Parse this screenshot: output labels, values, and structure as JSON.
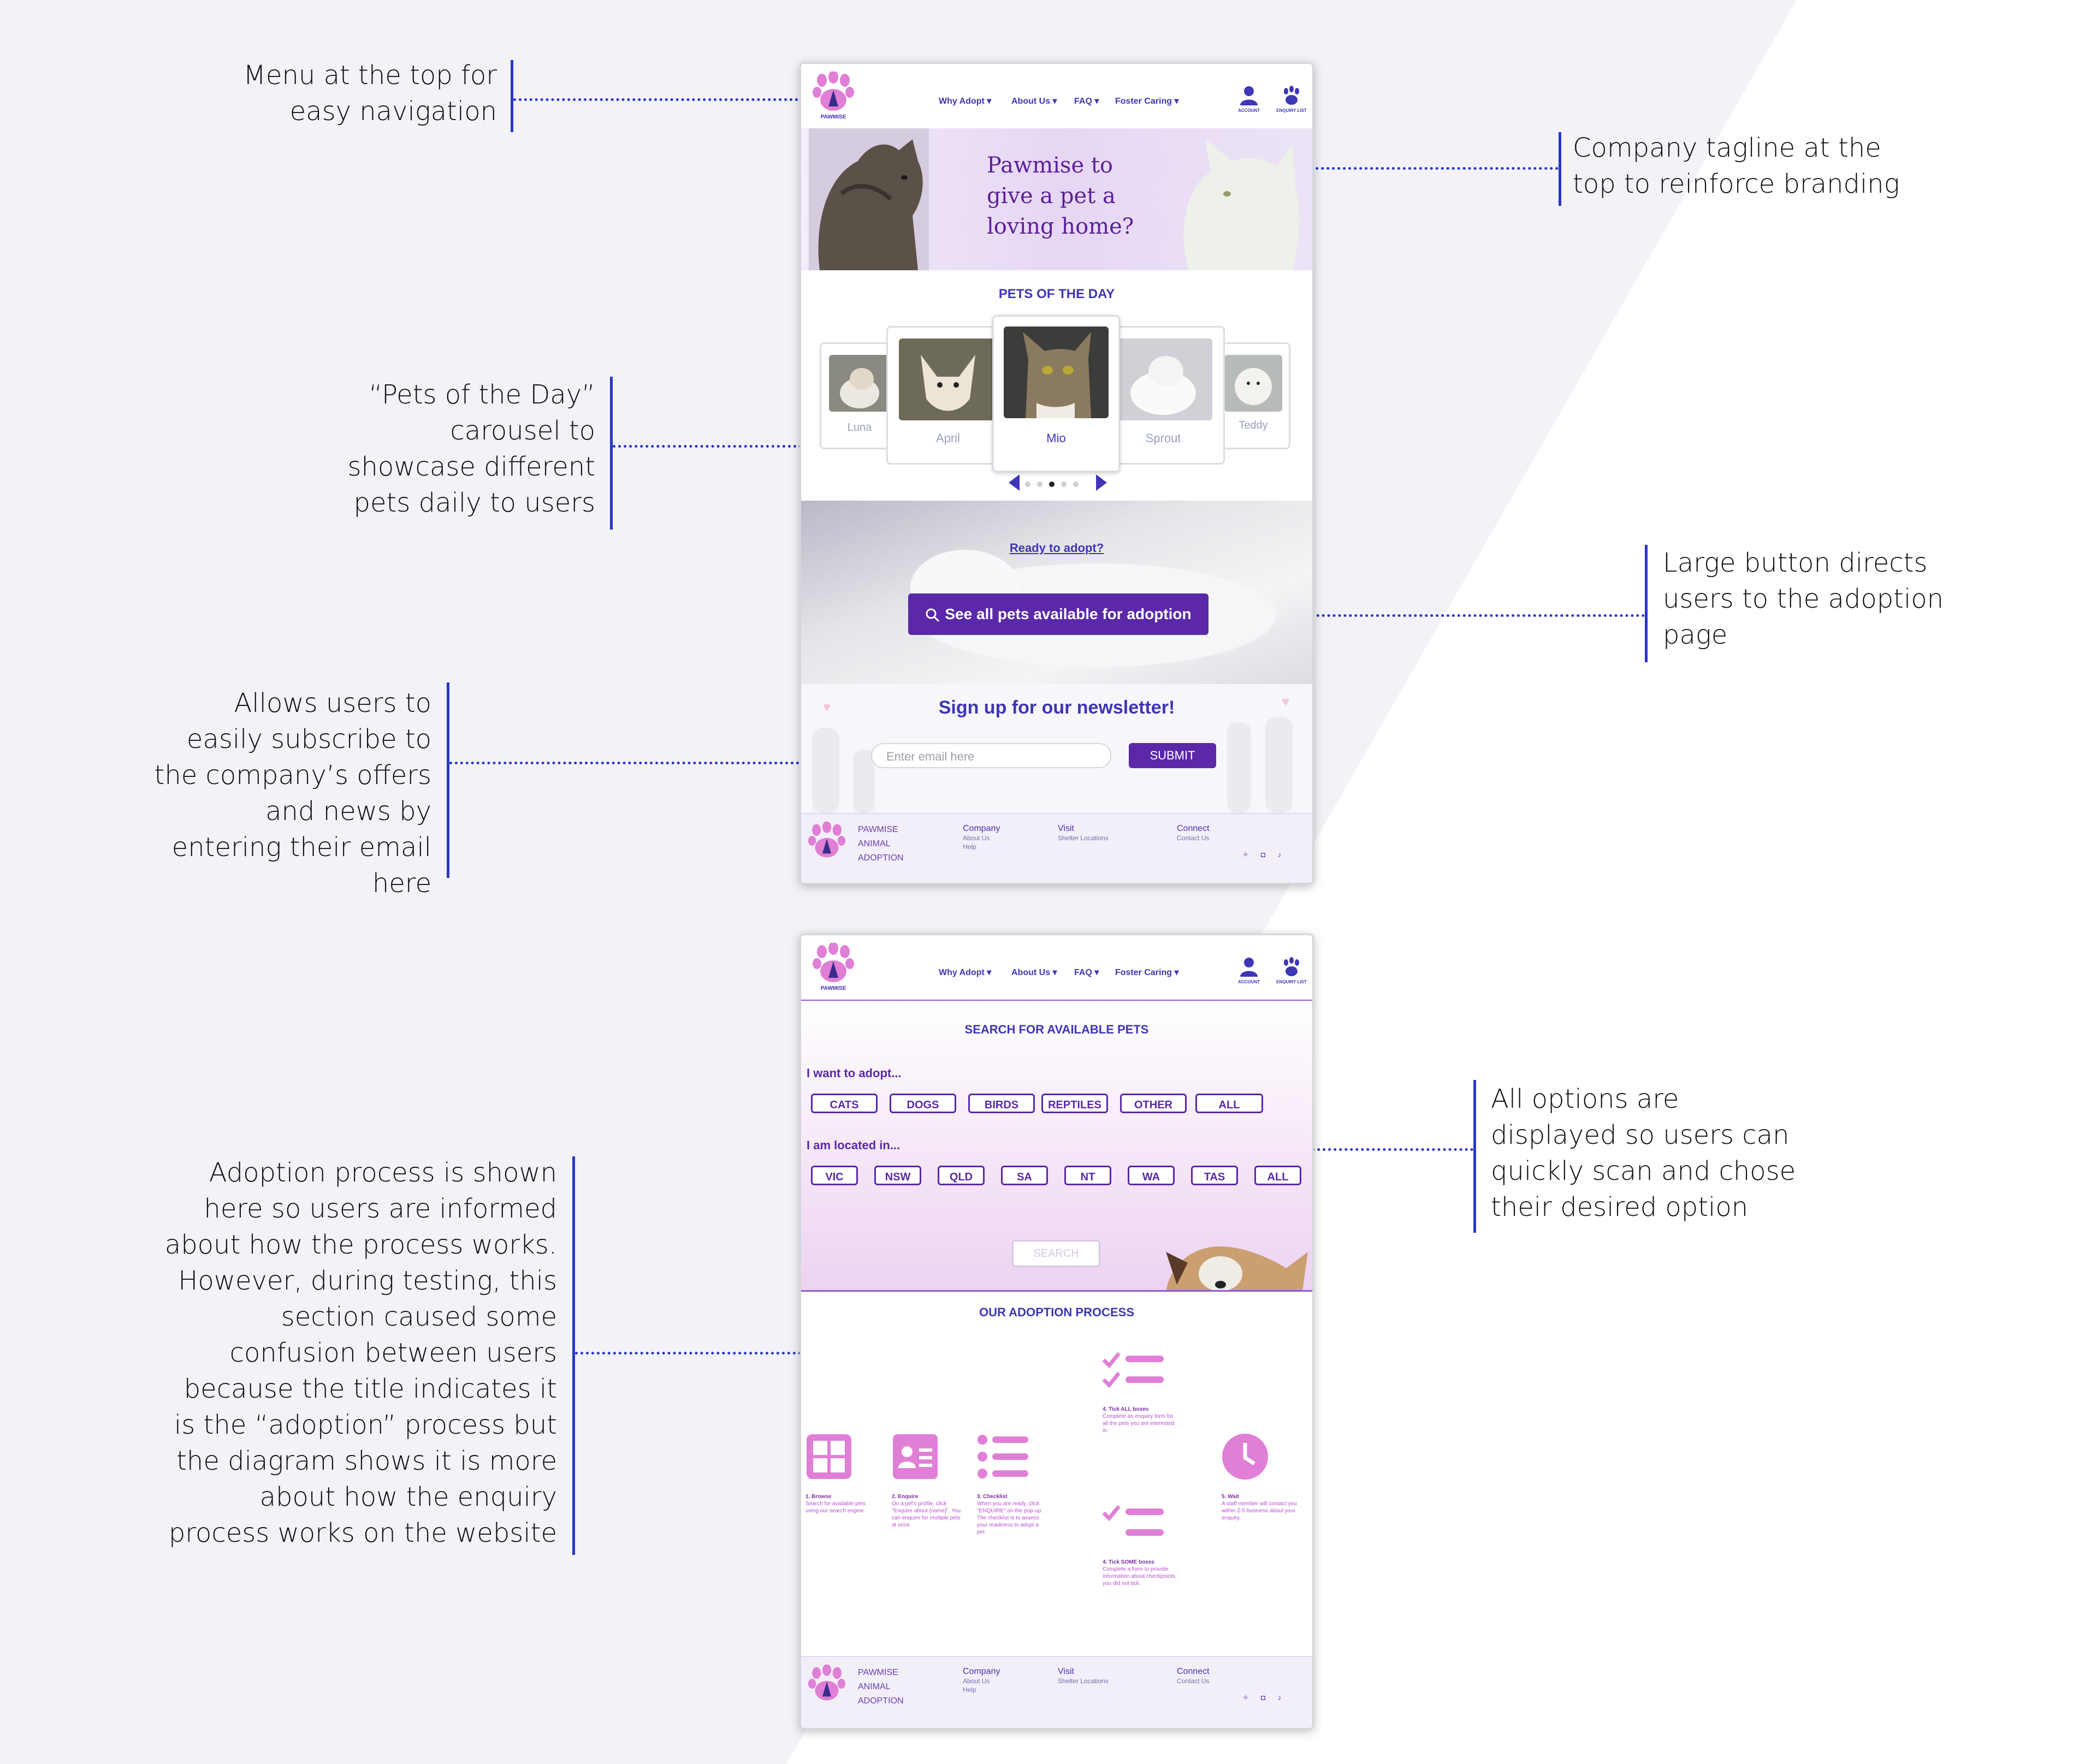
{
  "annotations": {
    "menu": "Menu at the top for easy navigation",
    "tagline": "Company tagline at the top to reinforce branding",
    "carousel": "“Pets of the Day” carousel to showcase different pets daily to users",
    "large_button": "Large button directs users to the adoption page",
    "newsletter": "Allows users to easily subscribe to the company’s offers and news by entering their email here",
    "options": "All options are displayed so users can quickly scan and chose their desired option",
    "process": "Adoption process is shown here so users are informed about how the process works. However, during testing, this section caused some confusion between users because the title indicates it is the “adoption” process but the diagram shows it is more about how the enquiry process works on the website"
  },
  "header": {
    "logo_text": "PAWMISE",
    "nav": [
      "Why Adopt",
      "About Us",
      "FAQ",
      "Foster Caring"
    ],
    "account_label": "ACCOUNT",
    "enquiry_label": "ENQUIRY LIST"
  },
  "home": {
    "tagline": "Pawmise to give a pet a loving home?",
    "pets_title": "PETS OF THE DAY",
    "pets": [
      "Luna",
      "April",
      "Mio",
      "Sprout",
      "Teddy"
    ],
    "ready": "Ready to adopt?",
    "cta": "See all pets available for adoption",
    "newsletter_title": "Sign up for our newsletter!",
    "email_placeholder": "Enter email here",
    "submit": "SUBMIT"
  },
  "footer": {
    "brand": [
      "PAWMISE",
      "ANIMAL",
      "ADOPTION"
    ],
    "company": "Company",
    "company_links": [
      "About Us",
      "Help"
    ],
    "visit": "Visit",
    "visit_links": [
      "Shelter Locations"
    ],
    "connect": "Connect",
    "connect_links": [
      "Contact Us"
    ]
  },
  "search": {
    "title": "SEARCH FOR AVAILABLE PETS",
    "want_label": "I want to adopt...",
    "species": [
      "CATS",
      "DOGS",
      "BIRDS",
      "REPTILES",
      "OTHER",
      "ALL"
    ],
    "located_label": "I am located in...",
    "states": [
      "VIC",
      "NSW",
      "QLD",
      "SA",
      "NT",
      "WA",
      "TAS",
      "ALL"
    ],
    "search_button": "SEARCH",
    "process_title": "OUR ADOPTION PROCESS",
    "steps": [
      {
        "title": "1. Browse",
        "text": "Search for available pets using our search engine."
      },
      {
        "title": "2. Enquire",
        "text": "On a pet's profile, click \"Enquire about {name}\". You can enquire for multiple pets at once."
      },
      {
        "title": "3. Checklist",
        "text": "When you are ready, click \"ENQUIRE\" on the pop-up. The checklist is to assess your readiness to adopt a pet."
      },
      {
        "title": "4. Tick ALL boxes",
        "text": "Complete an enquiry form for all the pets you are interested in."
      },
      {
        "title": "4. Tick SOME boxes",
        "text": "Complete a form to provide information about checkpoints you did not tick."
      },
      {
        "title": "5. Wait",
        "text": "A staff member will contact you within 2-5 business about your enquiry."
      }
    ]
  },
  "colors": {
    "accent": "#5a28a8",
    "nav": "#3e36b6",
    "pink": "#e07fd6",
    "annotation": "#2a36c8"
  }
}
